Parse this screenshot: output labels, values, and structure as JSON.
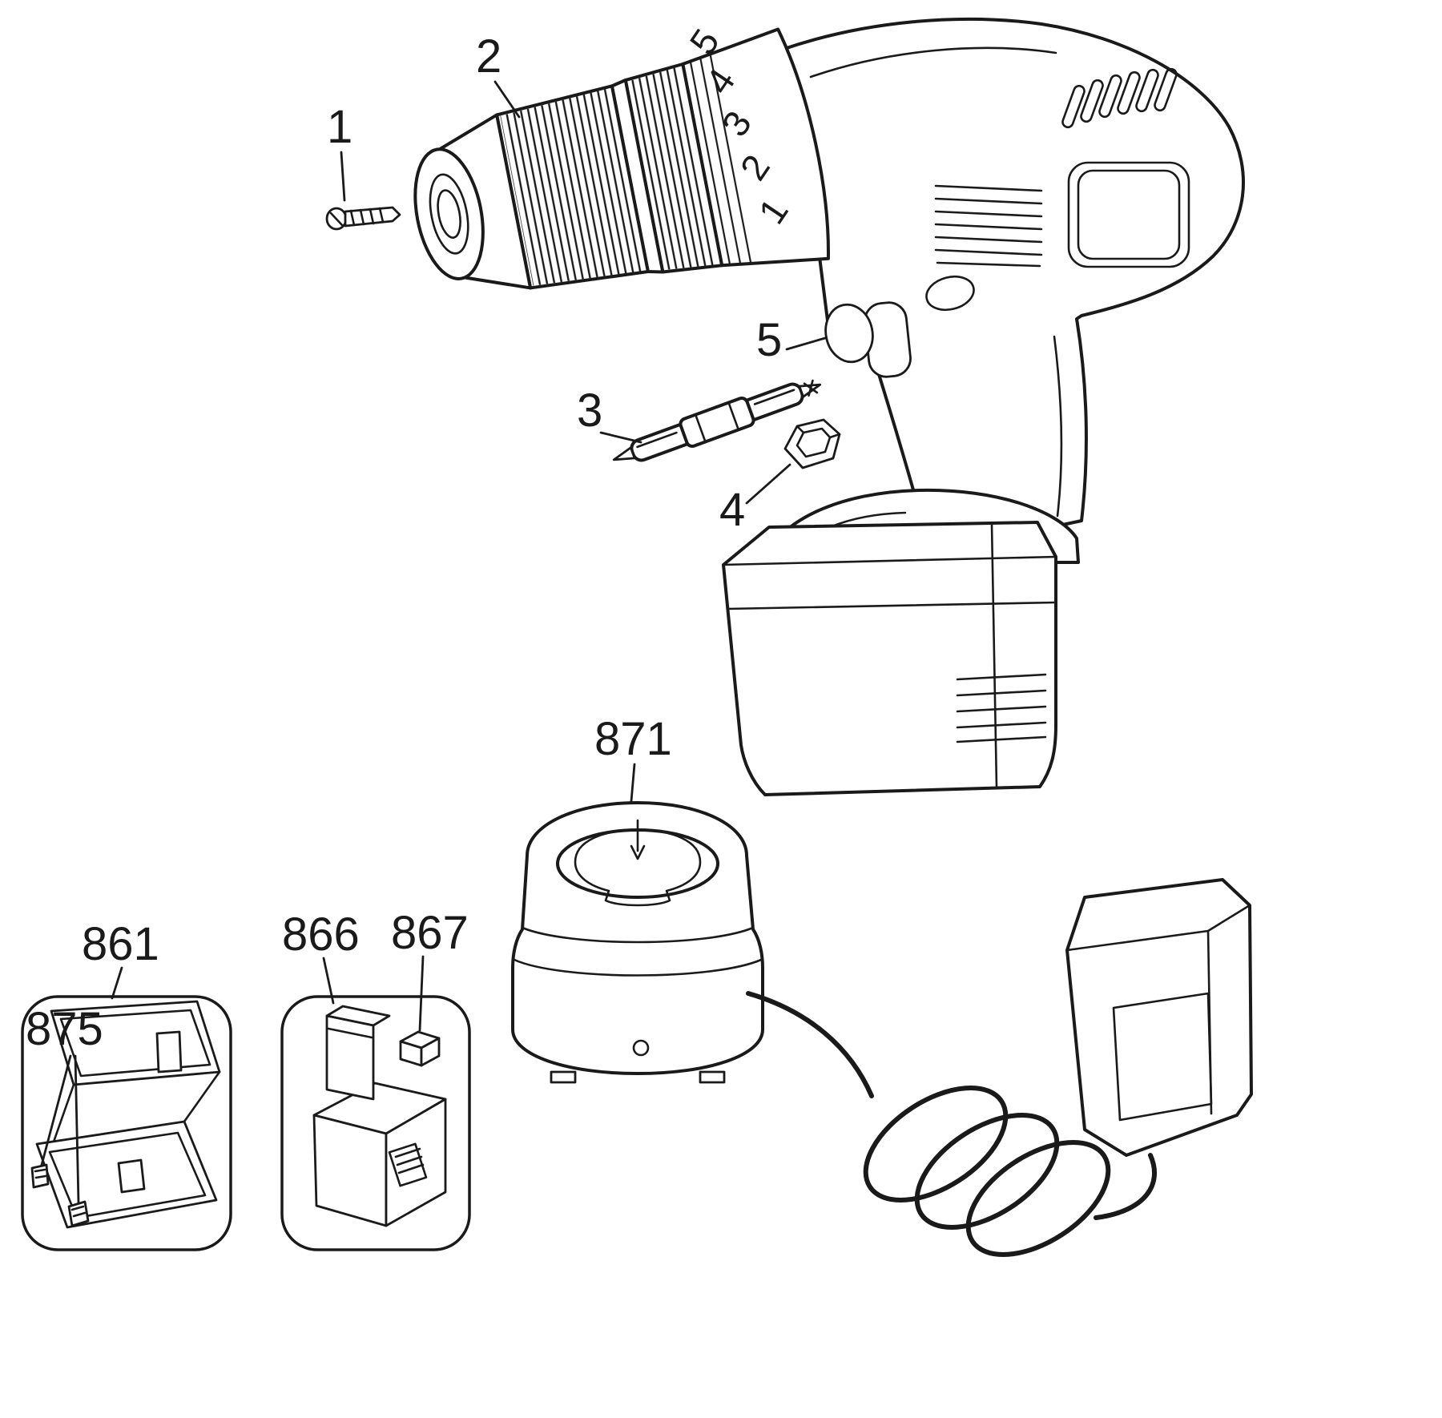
{
  "theme": {
    "background": "#ffffff",
    "line_color": "#1a1a1a"
  },
  "diagram": {
    "callouts": {
      "c1": "1",
      "c2": "2",
      "c3": "3",
      "c4": "4",
      "c5": "5",
      "c871": "871",
      "c861": "861",
      "c875": "875",
      "c866": "866",
      "c867": "867"
    },
    "clutch_dial_numbers": [
      "1",
      "2",
      "3",
      "4",
      "5"
    ]
  }
}
